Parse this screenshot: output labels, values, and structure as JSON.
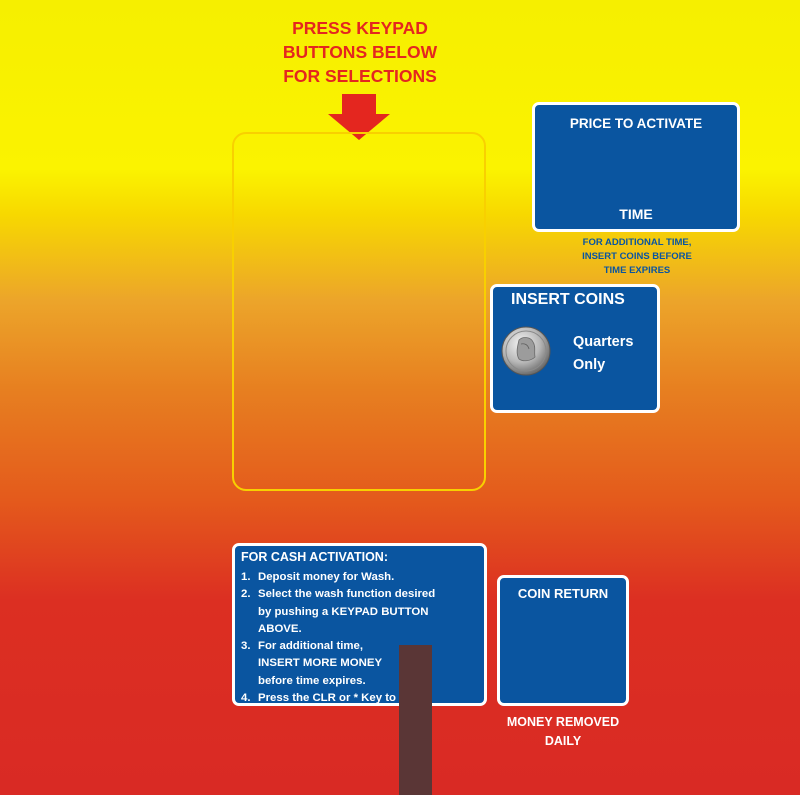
{
  "heading": {
    "lines": [
      "PRESS KEYPAD",
      "BUTTONS BELOW",
      "FOR SELECTIONS"
    ]
  },
  "price_panel": {
    "title": "PRICE TO ACTIVATE",
    "time_label": "TIME"
  },
  "additional_time_note": {
    "lines": [
      "FOR ADDITIONAL TIME,",
      "INSERT COINS BEFORE",
      "TIME EXPIRES"
    ]
  },
  "coins_panel": {
    "title": "INSERT COINS",
    "icon": "quarter-coin-icon",
    "lines": [
      "Quarters",
      "Only"
    ]
  },
  "cash_panel": {
    "title": "FOR CASH ACTIVATION:",
    "steps": [
      {
        "num": "1.",
        "lines": [
          "Deposit money for Wash."
        ]
      },
      {
        "num": "2.",
        "lines": [
          "Select the wash function desired",
          "by pushing a KEYPAD BUTTON",
          "ABOVE."
        ]
      },
      {
        "num": "3.",
        "lines": [
          "For additional time,",
          "INSERT MORE MONEY",
          "before time expires."
        ]
      },
      {
        "num": "4.",
        "lines": [
          "Press the CLR or * Key to STOP."
        ]
      }
    ]
  },
  "coin_return_panel": {
    "title": "COIN RETURN"
  },
  "money_removed": {
    "lines": [
      "MONEY REMOVED",
      "DAILY"
    ]
  },
  "colors": {
    "panel_blue": "#0a55a0",
    "heading_red": "#e4261f",
    "keypad_outline": "#f8d000",
    "post": "#5a3636"
  }
}
